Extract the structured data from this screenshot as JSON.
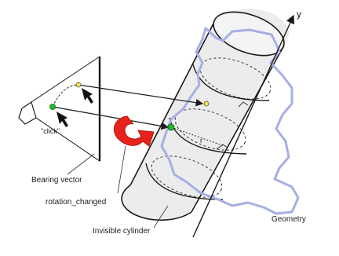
{
  "labels": {
    "y_axis": "y",
    "click": "\"click\"",
    "bearing_vector": "Bearing vector",
    "rotation_changed": "rotation_changed",
    "invisible_cylinder": "Invisible cylinder",
    "geometry": "Geometry",
    "radius": "r"
  },
  "colors": {
    "geometry_outline": "#a7aee6",
    "rotation_arrow": "#e6221c",
    "click_point": "#22bb22",
    "hit_point": "#f2e24a",
    "cylinder_fill": "#ececec",
    "line": "#1a1a1a"
  },
  "icons": {
    "pointer": "cursor-arrow-icon",
    "rotation": "curved-arrow-icon"
  }
}
